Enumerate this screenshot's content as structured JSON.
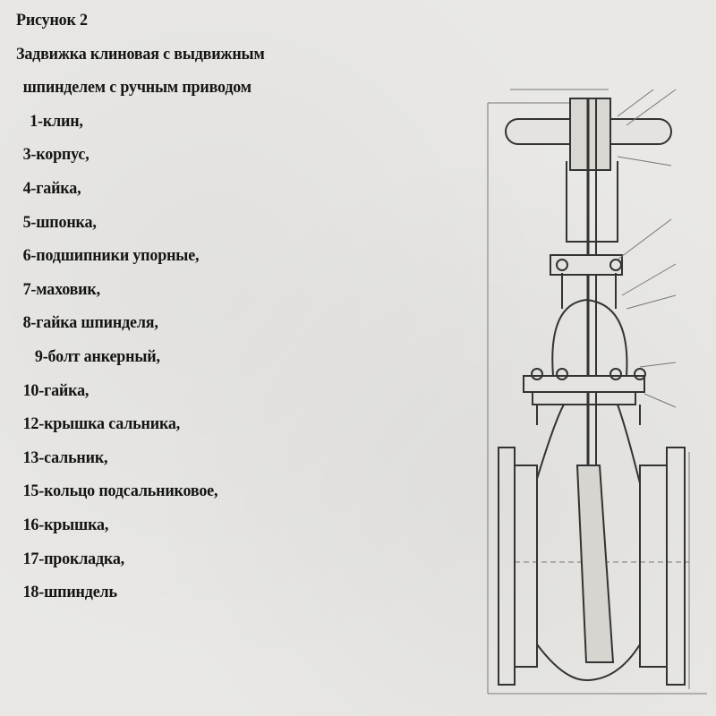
{
  "figure": {
    "title": "Рисунок 2",
    "caption_line1": "Задвижка клиновая с выдвижным",
    "caption_line2": "шпинделем с ручным приводом",
    "parts": [
      "1-клин,",
      "3-корпус,",
      "4-гайка,",
      "5-шпонка,",
      "6-подшипники упорные,",
      "7-маховик,",
      "8-гайка шпинделя,",
      "9-болт анкерный,",
      "10-гайка,",
      "12-крышка сальника,",
      "13-сальник,",
      "15-кольцо подсальниковое,",
      "16-крышка,",
      "17-прокладка,",
      "18-шпиндель"
    ]
  }
}
